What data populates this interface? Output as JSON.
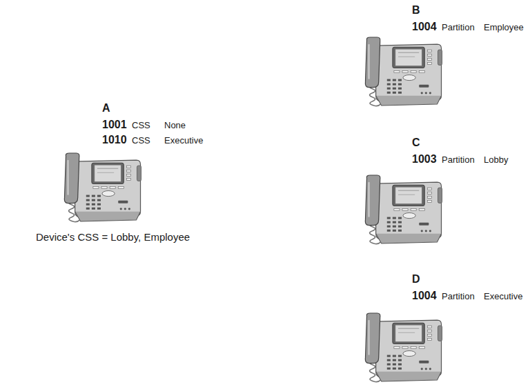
{
  "diagram": {
    "labels": [
      "B",
      "1004",
      "Partition",
      "Employee",
      "A",
      "1001",
      "CSS",
      "None",
      "1010",
      "CSS",
      "Executive",
      "C",
      "1003",
      "Partition",
      "Lobby",
      "Device's CSS = Lobby, Employee",
      "D",
      "1004",
      "Partition",
      "Executive"
    ]
  }
}
